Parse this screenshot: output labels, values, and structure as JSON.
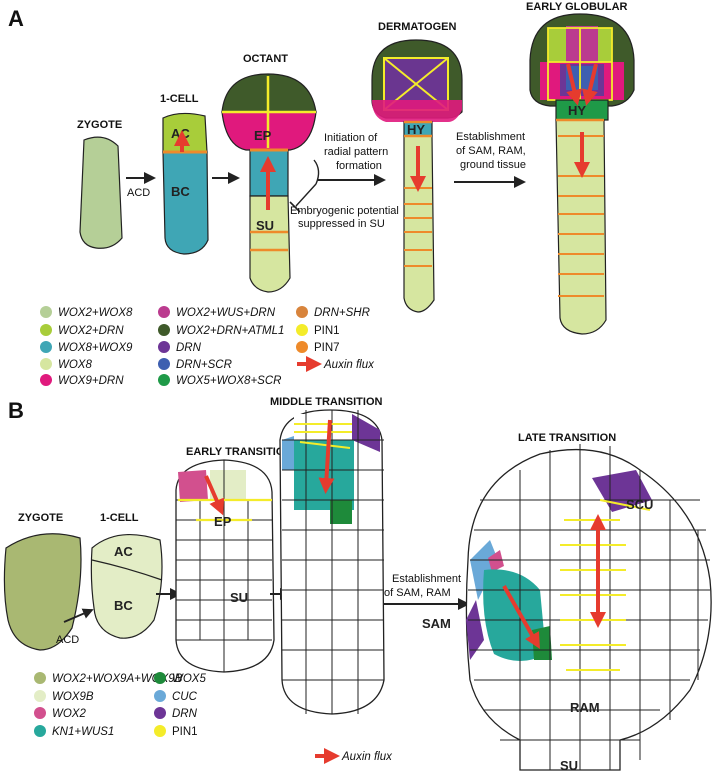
{
  "panelA": {
    "letter": "A",
    "stages": {
      "zygote": "ZYGOTE",
      "one_cell": "1-CELL",
      "octant": "OCTANT",
      "dermatogen": "DERMATOGEN",
      "early_globular": "EARLY GLOBULAR"
    },
    "cell_labels": {
      "ac": "AC",
      "bc": "BC",
      "ep": "EP",
      "su": "SU",
      "hy1": "HY",
      "hy2": "HY"
    },
    "annotations": {
      "acd": "ACD",
      "radial_1": "Initiation of",
      "radial_2": "radial pattern",
      "radial_3": "formation",
      "embryo_1": "Embryogenic potential",
      "embryo_2": "suppressed in SU",
      "est_1": "Establishment",
      "est_2": "of SAM, RAM,",
      "est_3": "ground tissue"
    },
    "legend": [
      {
        "label": "WOX2+WOX8",
        "color": "#b5cf97",
        "italic": true
      },
      {
        "label": "WOX2+DRN",
        "color": "#a8cd3a",
        "italic": true
      },
      {
        "label": "WOX8+WOX9",
        "color": "#3fa6b5",
        "italic": true
      },
      {
        "label": "WOX8",
        "color": "#d6e6a0",
        "italic": true
      },
      {
        "label": "WOX9+DRN",
        "color": "#e0197d",
        "italic": true
      },
      {
        "label": "WOX2+WUS+DRN",
        "color": "#bb3b8f",
        "italic": true
      },
      {
        "label": "WOX2+DRN+ATML1",
        "color": "#3f5a2a",
        "italic": true
      },
      {
        "label": "DRN",
        "color": "#6d3596",
        "italic": true
      },
      {
        "label": "DRN+SCR",
        "color": "#3e5fb0",
        "italic": true
      },
      {
        "label": "WOX5+WOX8+SCR",
        "color": "#1f9a48",
        "italic": true
      },
      {
        "label": "DRN+SHR",
        "color": "#d8843c",
        "italic": true
      },
      {
        "label": "PIN1",
        "color": "#f4ec2a",
        "italic": false
      },
      {
        "label": "PIN7",
        "color": "#ee8a2a",
        "italic": false
      },
      {
        "label": "Auxin flux",
        "color": "#e63b2e",
        "italic": true,
        "arrow": true
      }
    ]
  },
  "panelB": {
    "letter": "B",
    "stages": {
      "zygote": "ZYGOTE",
      "one_cell": "1-CELL",
      "early": "EARLY TRANSITION",
      "middle": "MIDDLE TRANSITION",
      "late": "LATE TRANSITION"
    },
    "cell_labels": {
      "ac": "AC",
      "bc": "BC",
      "ep": "EP",
      "su1": "SU",
      "scu": "SCU",
      "sam": "SAM",
      "ram": "RAM",
      "su2": "SU"
    },
    "annotations": {
      "acd": "ACD",
      "est_1": "Establishment",
      "est_2": "of SAM, RAM"
    },
    "legend": [
      {
        "label": "WOX2+WOX9A+WOX9B",
        "color": "#a9b872",
        "italic": true
      },
      {
        "label": "WOX9B",
        "color": "#e3edc6",
        "italic": true
      },
      {
        "label": "WOX2",
        "color": "#d2508e",
        "italic": true
      },
      {
        "label": "KN1+WUS1",
        "color": "#27a89c",
        "italic": true
      },
      {
        "label": "WOX5",
        "color": "#1e8a3a",
        "italic": true
      },
      {
        "label": "CUC",
        "color": "#6aa9d8",
        "italic": true
      },
      {
        "label": "DRN",
        "color": "#6d3596",
        "italic": true
      },
      {
        "label": "PIN1",
        "color": "#f4ec2a",
        "italic": false
      },
      {
        "label": "Auxin flux",
        "color": "#e63b2e",
        "italic": true,
        "arrow": true
      }
    ]
  }
}
